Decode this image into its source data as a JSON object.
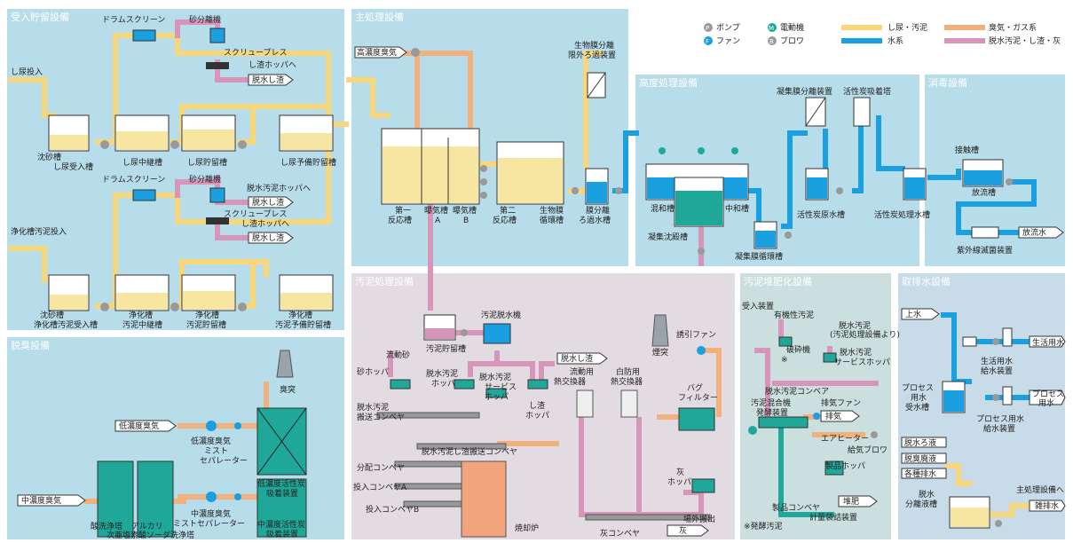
{
  "sections": {
    "receiving": "受入貯留設備",
    "main": "主処理設備",
    "advanced": "高度処理設備",
    "disinfect": "消毒設備",
    "deodor": "脱臭設備",
    "sludge": "汚泥処理設備",
    "compost": "汚泥堆肥化設備",
    "intake": "取排水設備"
  },
  "legend": {
    "pump": "ポンプ",
    "motor": "電動機",
    "fan": "ファン",
    "blower": "ブロワ",
    "pump_sym": "P",
    "motor_sym": "M",
    "fan_sym": "F",
    "blower_sym": "B",
    "line_shinyou": "し尿・汚泥",
    "line_water": "水系",
    "line_gas": "臭気・ガス系",
    "line_sludge": "脱水汚泥・し渣・灰",
    "colors": {
      "shinyou": "#f7d77a",
      "water": "#1aa0e0",
      "gas": "#f2b07c",
      "sludge": "#d796b9"
    }
  },
  "receiving": {
    "shinyou_in": "し尿投入",
    "drum1": "ドラムスクリーン",
    "sand1": "砂分離機",
    "screw1": "スクリュープレス",
    "hopper1": "し渣ホッパへ",
    "out1": "脱水し渣",
    "tank1a": "沈砂槽",
    "tank1a2": "し尿受入槽",
    "tank1b": "し尿中継槽",
    "tank1c": "し尿貯留槽",
    "tank1d": "し尿予備貯留槽",
    "drum2": "ドラムスクリーン",
    "sand2": "砂分離機",
    "hopper_dw": "脱水汚泥ホッパへ",
    "out_dw": "脱水し渣",
    "screw2": "スクリュープレス",
    "hopper2": "し渣ホッパへ",
    "out2": "脱水し渣",
    "septic_in": "浄化槽汚泥投入",
    "tank2a": "沈砂槽",
    "tank2a2": "浄化槽汚泥受入槽",
    "tank2b": "浄化槽",
    "tank2b2": "汚泥中継槽",
    "tank2c": "浄化槽",
    "tank2c2": "汚泥貯留槽",
    "tank2d": "浄化槽",
    "tank2d2": "汚泥予備貯留槽"
  },
  "main": {
    "high_odor": "高濃度臭気",
    "t1": "第一",
    "t1b": "反応槽",
    "t2": "曝気槽",
    "t2b": "A",
    "t3": "曝気槽",
    "t3b": "B",
    "t4": "第二",
    "t4b": "反応槽",
    "t5": "生物膜",
    "t5b": "循環槽",
    "t6": "膜分離",
    "t6b": "ろ過水槽",
    "filter": "生物膜分離",
    "filter2": "限外ろ過装置"
  },
  "advanced": {
    "coag_sep": "凝集膜分離装置",
    "carbon_tower": "活性炭吸着塔",
    "mix": "混和槽",
    "neutral": "中和槽",
    "settle": "凝集沈殿槽",
    "coag_circ": "凝集膜循環槽",
    "carbon_raw": "活性炭原水槽",
    "carbon_treated": "活性炭処理水槽"
  },
  "disinfect": {
    "contact": "接触槽",
    "release": "放流槽",
    "uv": "紫外線滅菌装置",
    "out": "放流水"
  },
  "deodor": {
    "low_odor": "低濃度臭気",
    "mid_odor": "中濃度臭気",
    "low_mist": "低濃度臭気",
    "low_mist2": "ミスト",
    "low_mist3": "セパレーター",
    "mid_mist": "中濃度臭気",
    "mid_mist2": "ミストセパレーター",
    "low_carbon": "低濃度活性炭",
    "low_carbon2": "吸着装置",
    "mid_carbon": "中濃度活性炭",
    "mid_carbon2": "吸着装置",
    "chimney": "臭突",
    "acid": "酸洗浄塔",
    "alkali": "アルカリ",
    "alkali2": "次亜塩素酸ソーダ洗浄塔"
  },
  "sludge": {
    "storage": "汚泥貯留槽",
    "dewater": "汚泥脱水機",
    "fluid_sand": "流動砂",
    "sand_hopper": "砂ホッパ",
    "dw_hopper": "脱水汚泥",
    "dw_hopper2": "ホッパ",
    "dw_service": "脱水汚泥",
    "dw_service2": "サービス",
    "dw_service3": "ホッパ",
    "residue_hopper": "し渣",
    "residue_hopper2": "ホッパ",
    "residue_out": "脱水し渣",
    "fluid_hx": "流動用",
    "fluid_hx2": "熱交換器",
    "white_hx": "白防用",
    "white_hx2": "熱交換器",
    "chimney": "煙突",
    "fan": "誘引ファン",
    "bag": "バグ",
    "bag2": "フィルター",
    "conv1": "脱水汚泥",
    "conv1b": "搬送コンベヤ",
    "conv2": "脱水汚泥し渣搬送コンベヤ",
    "conv3": "分配コンベヤ",
    "conv4": "投入コンベヤA",
    "conv5": "投入コンベヤB",
    "incinerator": "焼却炉",
    "ash_hopper": "灰",
    "ash_hopper2": "ホッパ",
    "ash_out": "場外搬出",
    "ash": "灰",
    "ash_conv": "灰コンベヤ"
  },
  "compost": {
    "receive": "受入装置",
    "organic": "有機性汚泥",
    "dw_sludge": "脱水汚泥",
    "dw_sludge2": "(汚泥処理設備より)",
    "crusher": "破砕機",
    "service": "脱水汚泥",
    "service2": "サービスホッパ",
    "conv": "脱水汚泥コンベア",
    "mixer": "汚泥混合機",
    "fan": "排気ファン",
    "ferment": "発酵装置",
    "exhaust": "排気",
    "heater": "エアヒーター",
    "blower": "給気ブロワ",
    "product_hopper": "製品ホッパ",
    "compost_out": "堆肥",
    "product_conv": "製品コンベヤ",
    "bagging": "計量袋詰装置",
    "note": "※発酵汚泥",
    "mark": "※"
  },
  "intake": {
    "tap": "上水",
    "life_water": "生活用水",
    "life_supply": "生活用水",
    "life_supply2": "給水装置",
    "process_tank": "プロセス",
    "process_tank2": "用水",
    "process_tank3": "受水槽",
    "process_out": "プロセス",
    "process_out2": "用水",
    "process_supply": "プロセス用水",
    "process_supply2": "給水装置",
    "filtrate": "脱水ろ液",
    "desulf": "脱臭廃液",
    "misc": "各種排水",
    "sep_tank": "脱水",
    "sep_tank2": "分離液槽",
    "to_main": "主処理設備へ",
    "drain": "雑排水"
  }
}
